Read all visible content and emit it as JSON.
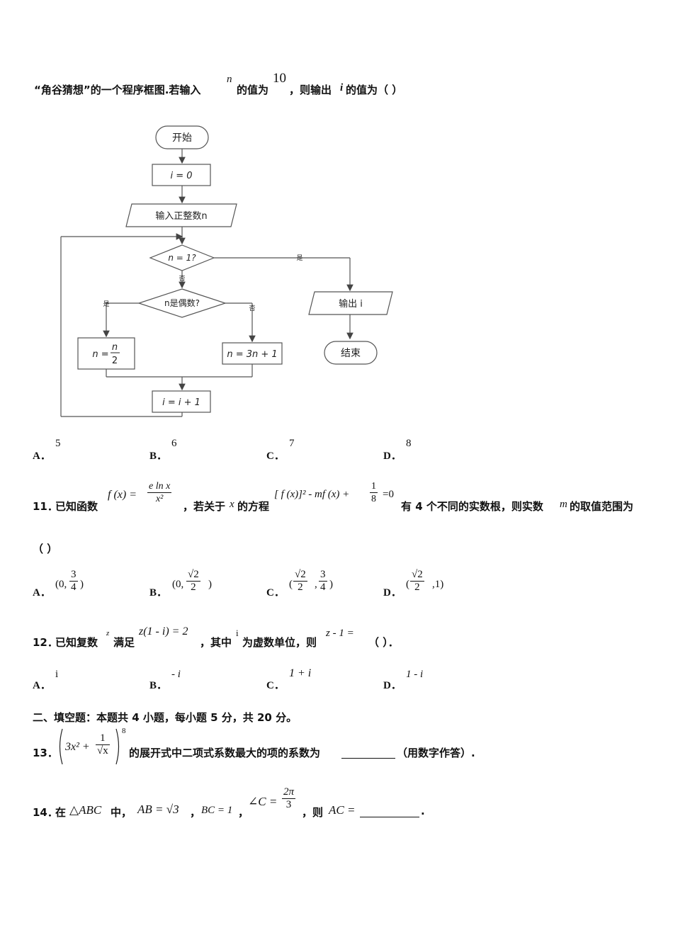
{
  "q10": {
    "stem_a": "“角谷猜想”的一个程序框图.若输入",
    "var_n": "n",
    "stem_b": "的值为",
    "value": "10",
    "stem_c": "，则输出",
    "var_i": "i",
    "stem_d": "的值为（    ）",
    "flowchart": {
      "start": "开始",
      "init": "i = 0",
      "input": "输入正整数n",
      "cond1": "n = 1?",
      "yes": "是",
      "no": "否",
      "cond2": "n是偶数?",
      "even": "n =",
      "even_num": "n",
      "even_den": "2",
      "odd": "n = 3n + 1",
      "inc": "i = i + 1",
      "output": "输出 i",
      "end": "结束"
    },
    "options": [
      {
        "label": "A．",
        "value": "5"
      },
      {
        "label": "B．",
        "value": "6"
      },
      {
        "label": "C．",
        "value": "7"
      },
      {
        "label": "D．",
        "value": "8"
      }
    ]
  },
  "q11": {
    "num": "11．",
    "a": "已知函数",
    "fx": "f (x) =",
    "frac_num": "e ln x",
    "frac_den": "x²",
    "b": "，若关于",
    "x": "x",
    "c": "的方程",
    "eq": "[ f (x)]² - mf (x) +",
    "eq_num": "1",
    "eq_den": "8",
    "eq_tail": "=0",
    "d": "有 4 个不同的实数根，则实数",
    "m": "m",
    "e": "的取值范围为",
    "paren": "（    ）",
    "options": [
      {
        "label": "A．",
        "pre": "(0,",
        "num": "3",
        "den": "4",
        "post": ")"
      },
      {
        "label": "B．",
        "pre": "(0,",
        "num": "√2",
        "den": "2",
        "post": ")"
      },
      {
        "label": "C．",
        "pre": "(",
        "num": "√2",
        "den": "2",
        "mid": ",",
        "num2": "3",
        "den2": "4",
        "post": ")"
      },
      {
        "label": "D．",
        "pre": "(",
        "num": "√2",
        "den": "2",
        "post": ",1)"
      }
    ]
  },
  "q12": {
    "num": "12．",
    "a": "已知复数",
    "z": "z",
    "b": "满足",
    "eq": "z(1 - i) = 2",
    "c": "，其中",
    "i": "i",
    "d": "为虚数单位，则",
    "expr": "z - 1 =",
    "e": "（    ）．",
    "options": [
      {
        "label": "A．",
        "value": "i"
      },
      {
        "label": "B．",
        "value": "- i"
      },
      {
        "label": "C．",
        "value": "1 + i"
      },
      {
        "label": "D．",
        "value": "1 - i"
      }
    ]
  },
  "section2": "二、填空题：本题共 4 小题，每小题 5 分，共 20 分。",
  "q13": {
    "num": "13．",
    "base": "3x² +",
    "frac_num": "1",
    "frac_den": "√x",
    "exp": "8",
    "text": "的展开式中二项式系数最大的项的系数为",
    "tail": "（用数字作答）."
  },
  "q14": {
    "num": "14．",
    "a": "在",
    "tri": "△ABC",
    "b": "中，",
    "ab": "AB = √3",
    "c": "，",
    "bc": "BC = 1",
    "d": "，",
    "angle": "∠C =",
    "ang_num": "2π",
    "ang_den": "3",
    "e": "，则",
    "ac": "AC =",
    "tail": "."
  }
}
